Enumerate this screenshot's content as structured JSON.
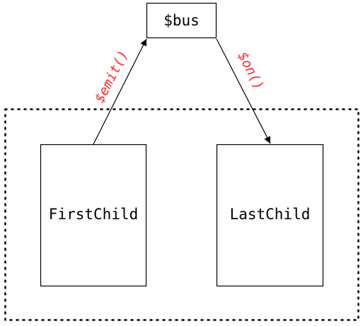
{
  "diagram": {
    "nodes": {
      "bus": {
        "label": "$bus"
      },
      "first_child": {
        "label": "FirstChild"
      },
      "last_child": {
        "label": "LastChild"
      }
    },
    "edges": {
      "emit": {
        "label": "$emit()",
        "from": "FirstChild",
        "to": "$bus"
      },
      "on": {
        "label": "$on()",
        "from": "$bus",
        "to": "LastChild"
      }
    },
    "colors": {
      "stroke": "#000000",
      "edge_label": "#ff2a2a",
      "background": "#ffffff"
    }
  }
}
